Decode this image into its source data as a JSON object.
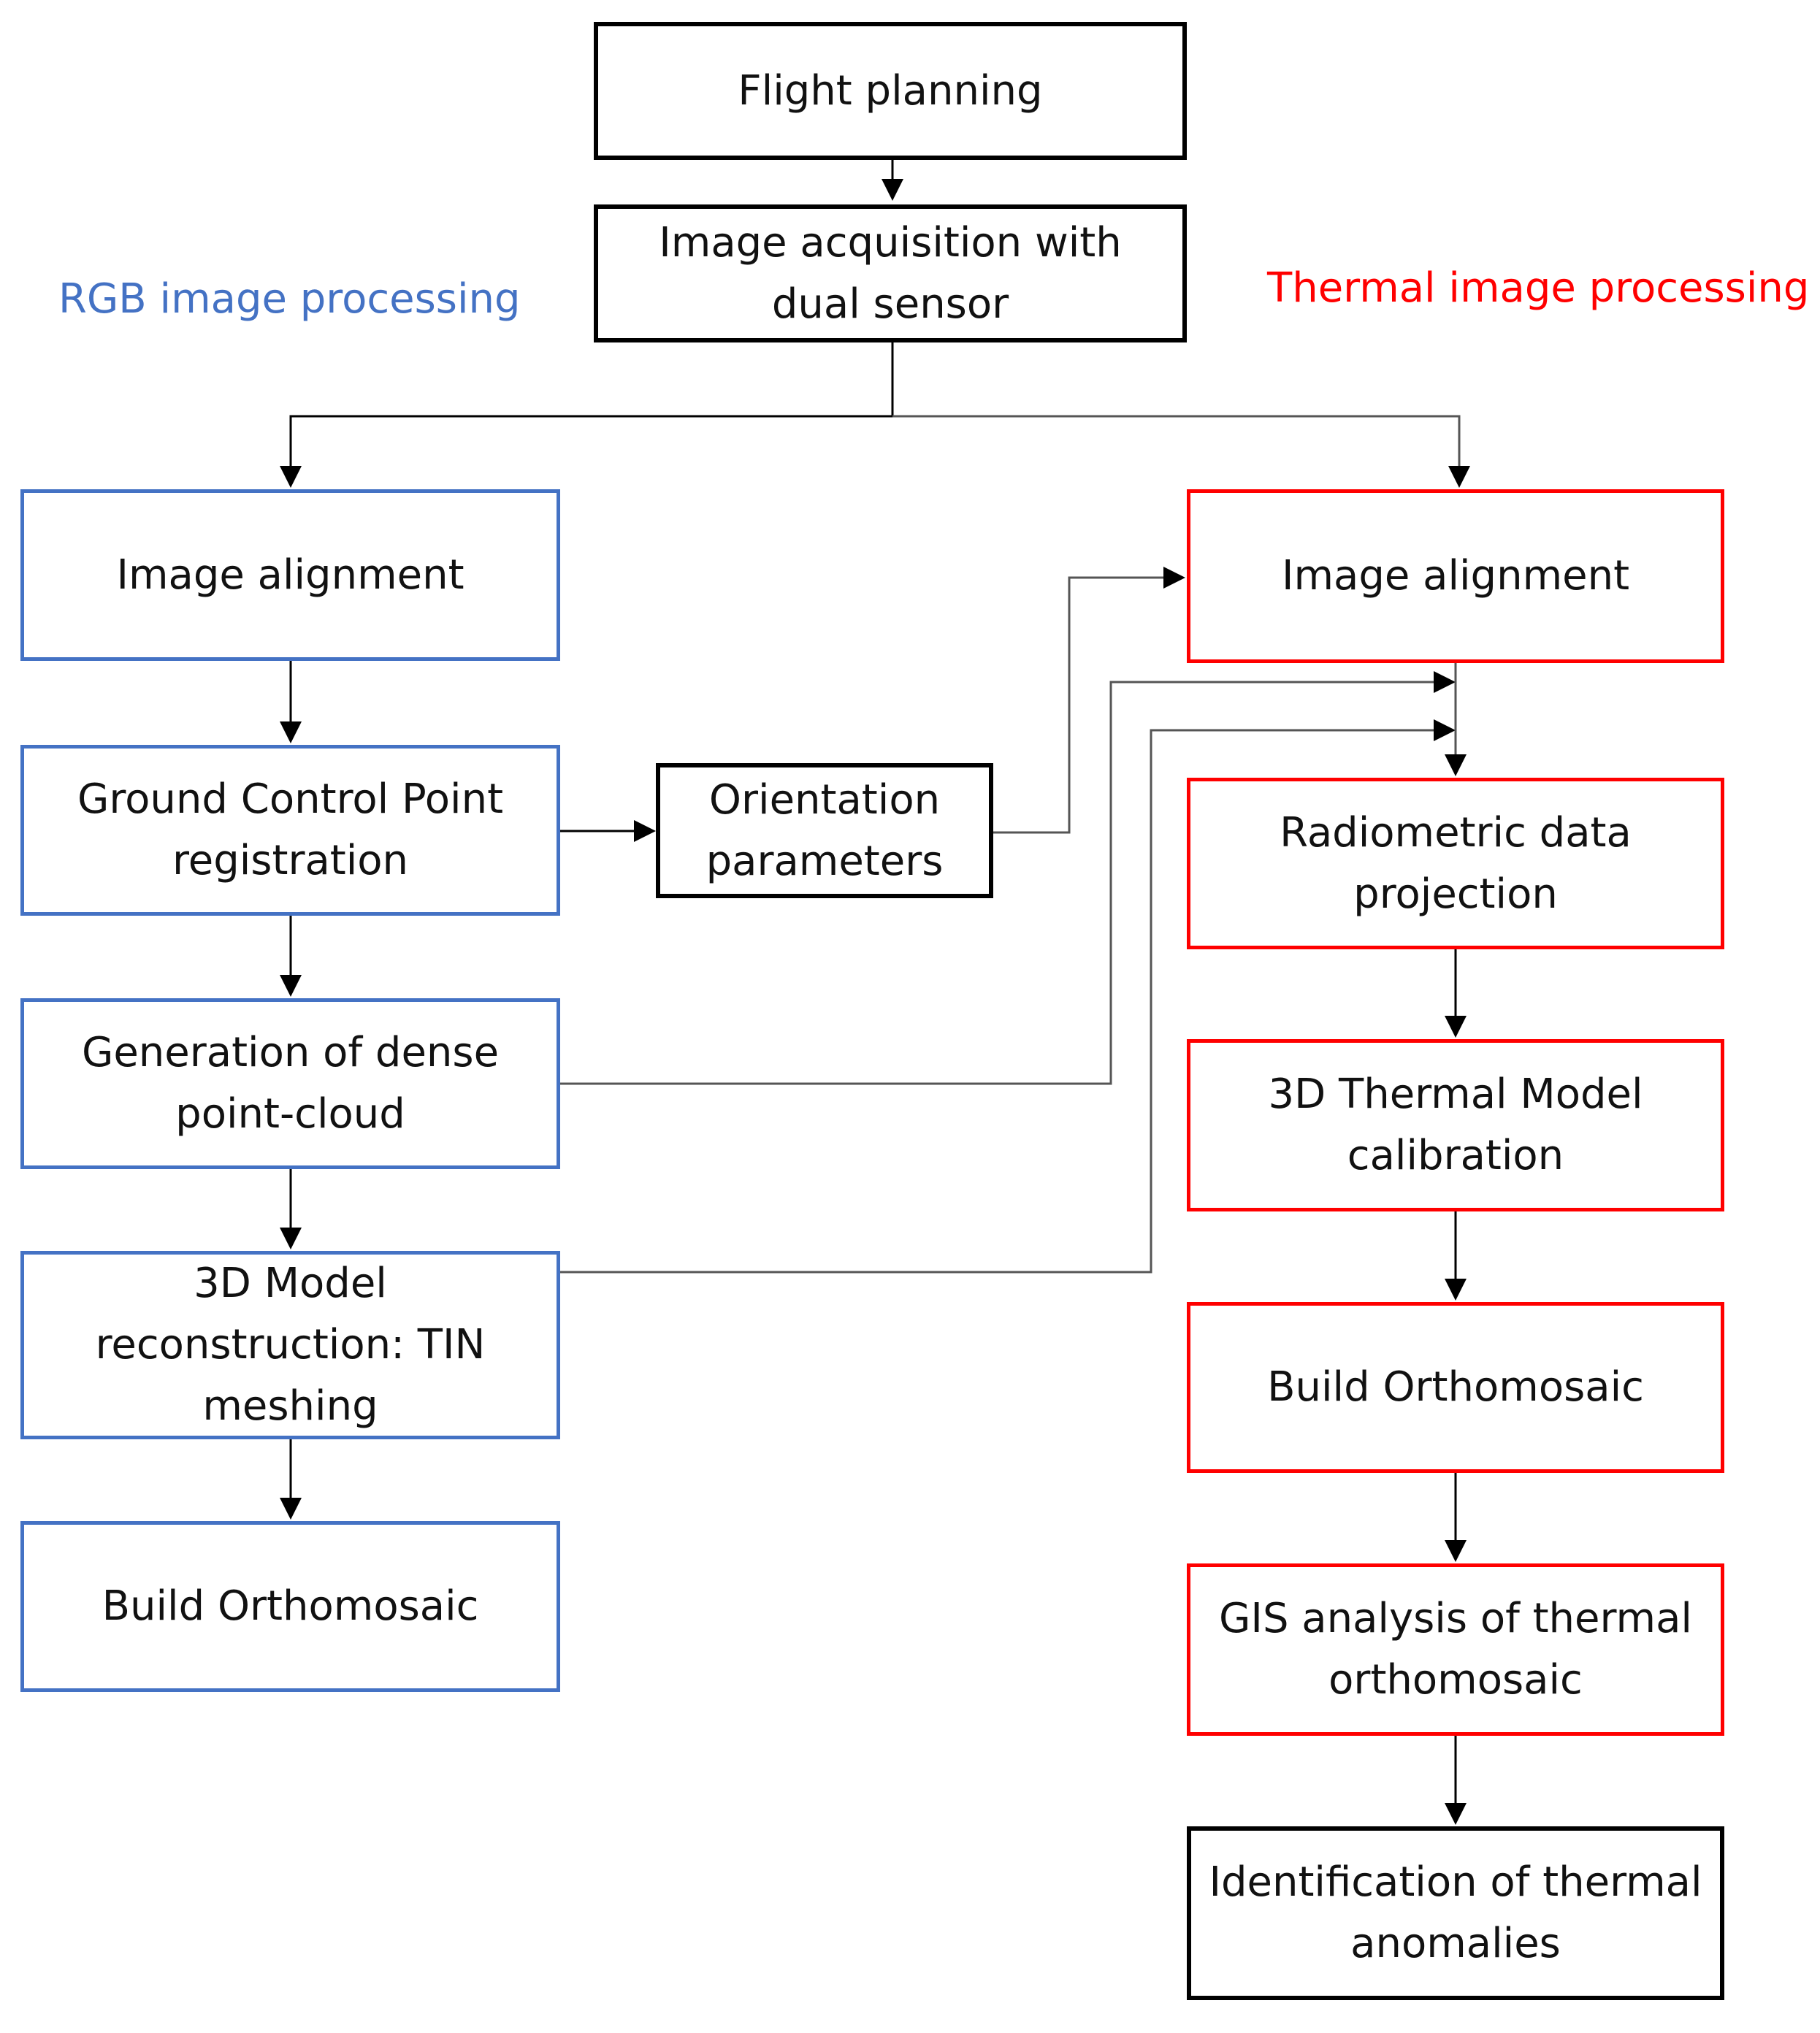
{
  "colors": {
    "rgb": "#4472c4",
    "thermal": "#ff0000",
    "neutral": "#000000",
    "connector": "#555555"
  },
  "labels": {
    "rgb_section": "RGB image processing",
    "thermal_section": "Thermal image processing"
  },
  "nodes": {
    "flight_planning": "Flight planning",
    "image_acquisition": "Image acquisition with dual sensor",
    "orientation_parameters": "Orientation parameters",
    "rgb": {
      "image_alignment": "Image alignment",
      "gcp_registration": "Ground Control Point registration",
      "dense_point_cloud": "Generation of dense point-cloud",
      "model_reconstruction": "3D Model reconstruction: TIN meshing",
      "build_orthomosaic": "Build Orthomosaic"
    },
    "thermal": {
      "image_alignment": "Image alignment",
      "radiometric_projection": "Radiometric data projection",
      "thermal_model_calibration": "3D Thermal Model calibration",
      "build_orthomosaic": "Build Orthomosaic",
      "gis_analysis": "GIS analysis of thermal orthomosaic",
      "identification": "Identification of thermal anomalies"
    }
  }
}
